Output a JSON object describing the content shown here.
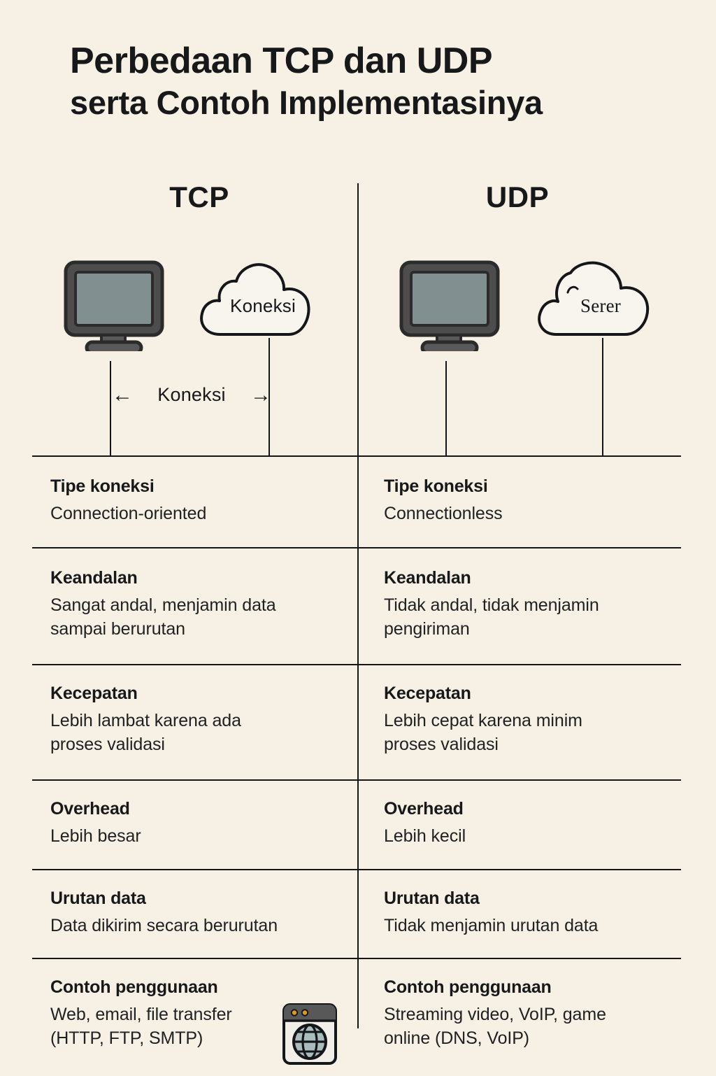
{
  "title": {
    "line1": "Perbedaan TCP dan UDP",
    "line2": "serta Contoh Implementasinya"
  },
  "columns": {
    "left_header": "TCP",
    "right_header": "UDP"
  },
  "diagram": {
    "tcp": {
      "device_icon": "desktop-monitor-icon",
      "cloud_label": "Koneksi",
      "connection_label": "Koneksi",
      "arrow_left": "←",
      "arrow_right": "→"
    },
    "udp": {
      "device_icon": "desktop-monitor-icon",
      "cloud_label": "Serer"
    }
  },
  "table": {
    "rows": [
      {
        "left": {
          "title": "Tipe koneksi",
          "body": "Connection-oriented"
        },
        "right": {
          "title": "Tipe koneksi",
          "body": "Connectionless"
        }
      },
      {
        "left": {
          "title": "Keandalan",
          "body": "Sangat andal, menjamin data\nsampai berurutan"
        },
        "right": {
          "title": "Keandalan",
          "body": "Tidak andal, tidak menjamin\npengiriman"
        }
      },
      {
        "left": {
          "title": "Kecepatan",
          "body": "Lebih lambat karena ada\nproses validasi"
        },
        "right": {
          "title": "Kecepatan",
          "body": "Lebih cepat karena minim\nproses validasi"
        }
      },
      {
        "left": {
          "title": "Overhead",
          "body": "Lebih besar"
        },
        "right": {
          "title": "Overhead",
          "body": "Lebih kecil"
        }
      },
      {
        "left": {
          "title": "Urutan data",
          "body": "Data dikirim secara berurutan"
        },
        "right": {
          "title": "Urutan data",
          "body": "Tidak menjamin urutan data"
        }
      },
      {
        "left": {
          "title": "Contoh penggunaan",
          "body": "Web, email, file transfer\n(HTTP, FTP, SMTP)",
          "icon": "browser-globe-icon"
        },
        "right": {
          "title": "Contoh penggunaan",
          "body": "Streaming video, VoIP,  game\nonline (DNS, VoIP)"
        }
      }
    ]
  },
  "colors": {
    "background": "#f7f1e5",
    "ink": "#17181a",
    "monitor_bezel": "#4d4d4d",
    "monitor_screen": "#7f8c8c",
    "cloud_fill": "#f7f4ee",
    "icon_accent": "#d99a24",
    "icon_globe": "#a9bcbe",
    "icon_bar": "#5a5a5a"
  }
}
